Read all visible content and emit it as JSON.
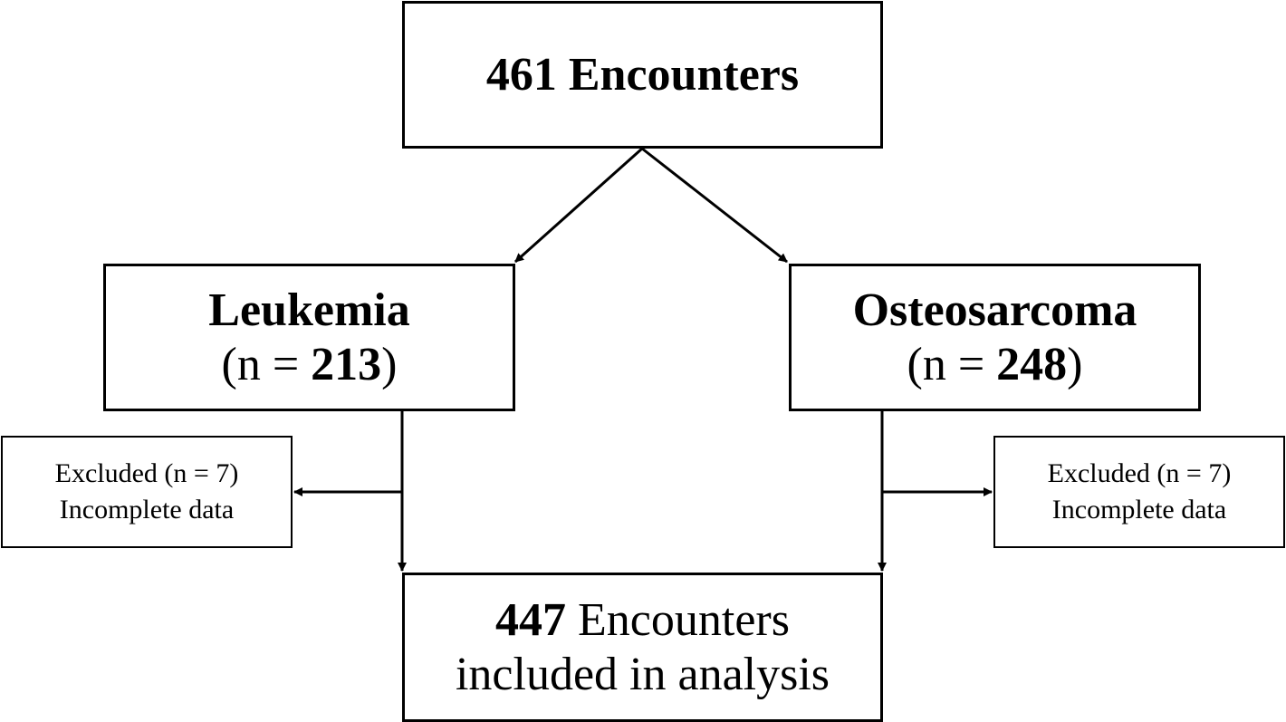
{
  "top_box": {
    "count": "461",
    "label": "Encounters"
  },
  "left_group": {
    "label": "Leukemia",
    "n_prefix": "(n = ",
    "n_value": "213",
    "n_suffix": ")"
  },
  "right_group": {
    "label": "Osteosarcoma",
    "n_prefix": "(n = ",
    "n_value": "248",
    "n_suffix": ")"
  },
  "left_exclusion": {
    "line1": "Excluded (n = 7)",
    "line2": "Incomplete data"
  },
  "right_exclusion": {
    "line1": "Excluded (n = 7)",
    "line2": "Incomplete data"
  },
  "bottom_box": {
    "count": "447",
    "label_rest": " Encounters",
    "line2": "included in analysis"
  }
}
